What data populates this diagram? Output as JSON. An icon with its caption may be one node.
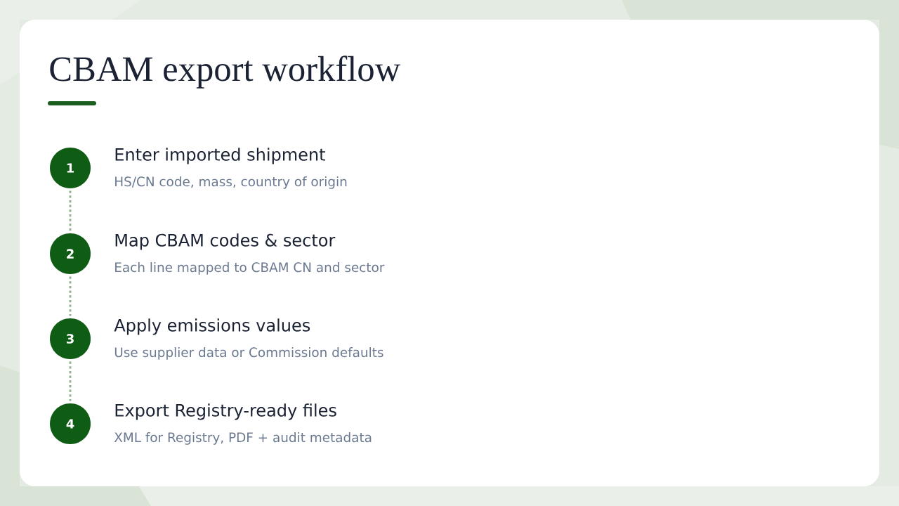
{
  "diagram": {
    "title": "CBAM export workflow",
    "nodes": [
      {
        "text": [
          "1"
        ],
        "beside": [
          "Enter imported shipment",
          "HS/CN code, mass, country of origin"
        ]
      },
      {
        "text": [
          "2"
        ],
        "beside": [
          "Map CBAM codes & sector",
          "Each line mapped to CBAM CN and sector"
        ]
      },
      {
        "text": [
          "3"
        ],
        "beside": [
          "Apply emissions values",
          "Use supplier data or Commission defaults"
        ]
      },
      {
        "text": [
          "4"
        ],
        "beside": [
          "Export Registry-ready files",
          "XML for Registry, PDF + audit metadata"
        ]
      }
    ],
    "edges": [
      {
        "from": 0,
        "to": 1,
        "arrow": "none",
        "style": "dashed"
      },
      {
        "from": 1,
        "to": 2,
        "arrow": "none",
        "style": "dashed"
      },
      {
        "from": 2,
        "to": 3,
        "arrow": "none",
        "style": "dashed"
      }
    ]
  }
}
